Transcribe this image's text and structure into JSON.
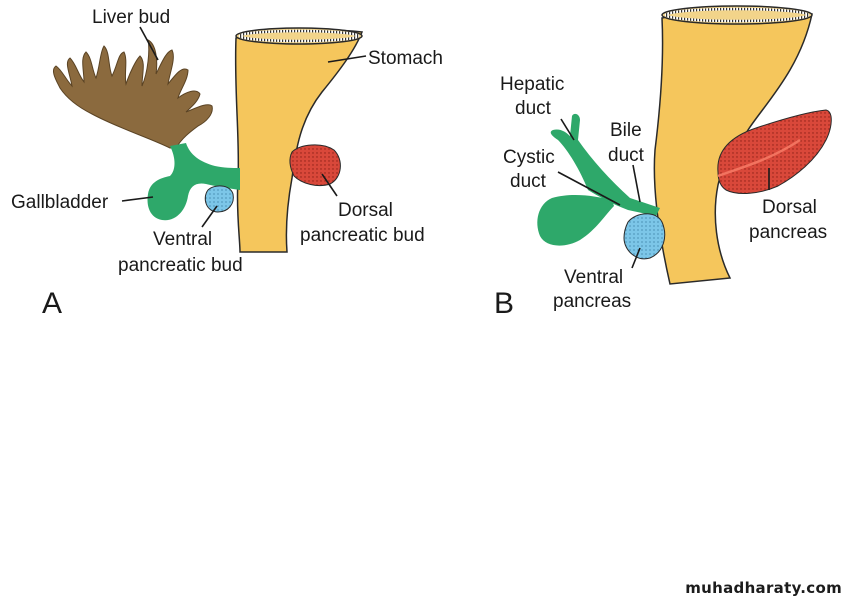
{
  "figure": {
    "title": "Development of the liver, gallbladder and pancreas",
    "panels": [
      {
        "id": "A",
        "letter": "A",
        "labels": {
          "liver_bud": "Liver bud",
          "stomach": "Stomach",
          "gallbladder": "Gallbladder",
          "dorsal_line1": "Dorsal",
          "dorsal_line2": "pancreatic bud",
          "ventral_line1": "Ventral",
          "ventral_line2": "pancreatic bud"
        }
      },
      {
        "id": "B",
        "letter": "B",
        "labels": {
          "hepatic_line1": "Hepatic",
          "hepatic_line2": "duct",
          "cystic_line1": "Cystic",
          "cystic_line2": "duct",
          "bile_line1": "Bile",
          "bile_line2": "duct",
          "dorsal_line1": "Dorsal",
          "dorsal_line2": "pancreas",
          "ventral_line1": "Ventral",
          "ventral_line2": "pancreas"
        }
      }
    ],
    "colors": {
      "liver": "#8b6a3e",
      "biliary": "#2ea86a",
      "stomach": "#f5c65c",
      "dorsal_pancreas": "#d9483a",
      "ventral_pancreas": "#7cc6e8",
      "outline": "#2a2a2a"
    }
  },
  "watermark": "muhadharaty.com"
}
